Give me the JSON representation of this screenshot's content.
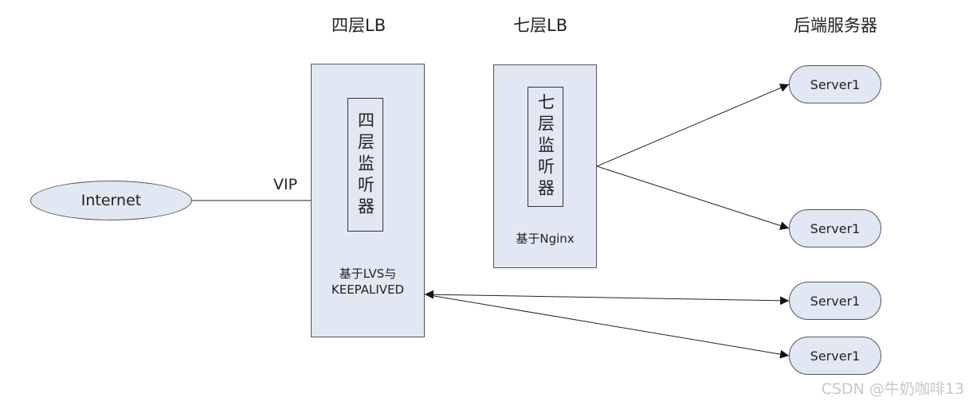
{
  "titles": {
    "layer4": "四层LB",
    "layer7": "七层LB",
    "backend": "后端服务器"
  },
  "internet": {
    "label": "Internet"
  },
  "vip_label": "VIP",
  "layer4_box": {
    "listener": "四层监听器",
    "caption_line1": "基于LVS与",
    "caption_line2": "KEEPALIVED"
  },
  "layer7_box": {
    "listener": "七层监听器",
    "caption": "基于Nginx"
  },
  "servers": [
    {
      "label": "Server1"
    },
    {
      "label": "Server1"
    },
    {
      "label": "Server1"
    },
    {
      "label": "Server1"
    }
  ],
  "watermark": "CSDN @牛奶咖啡13"
}
